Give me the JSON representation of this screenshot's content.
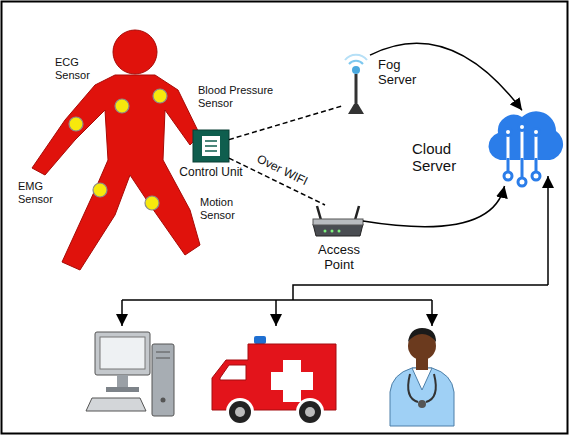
{
  "diagram": {
    "nodes": [
      {
        "text": [
          "Control Unit"
        ]
      },
      {
        "text": [
          "Fog Server"
        ]
      },
      {
        "text": [
          "Access Point"
        ]
      },
      {
        "text": [
          "Cloud Server"
        ]
      }
    ],
    "edges": [
      {
        "from": 0,
        "to": 1,
        "arrow": "none"
      },
      {
        "from": 0,
        "to": 2,
        "label": "Over WIFI",
        "arrow": "none"
      },
      {
        "from": 1,
        "to": 3,
        "arrow": "to"
      },
      {
        "from": 2,
        "to": 3,
        "arrow": "to"
      }
    ],
    "labels": [
      "ECG Sensor",
      "Blood Pressure Sensor",
      "EMG Sensor",
      "Motion Sensor"
    ]
  }
}
